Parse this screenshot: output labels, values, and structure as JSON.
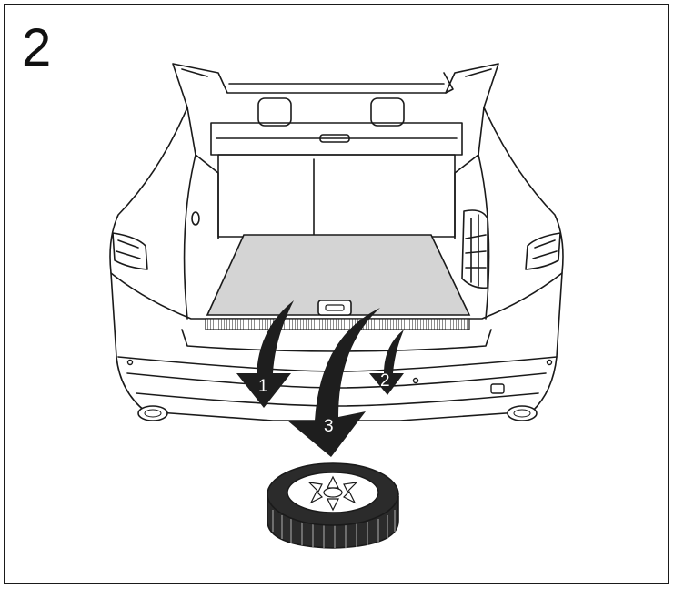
{
  "step_number": "2",
  "arrows": [
    {
      "label": "1"
    },
    {
      "label": "2"
    },
    {
      "label": "3"
    }
  ],
  "colors": {
    "line": "#1a1a1a",
    "floor": "#d4d4d4",
    "arrow": "#1e1e1e",
    "tire": "#2b2b2b"
  }
}
